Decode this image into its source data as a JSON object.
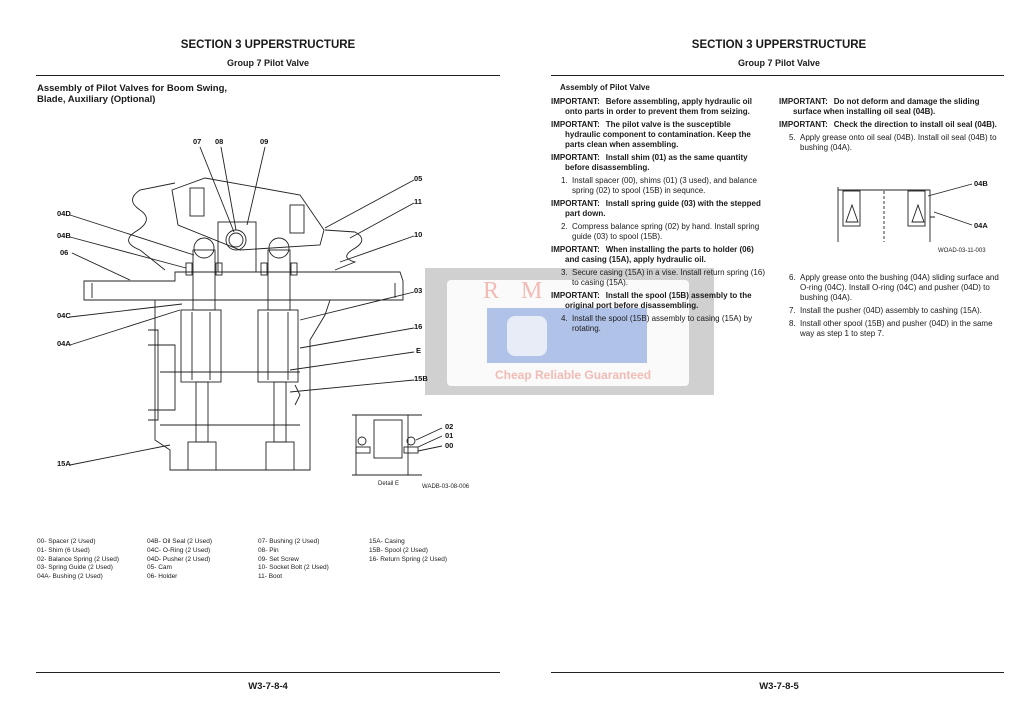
{
  "left_page": {
    "section": "SECTION 3 UPPERSTRUCTURE",
    "group": "Group 7 Pilot Valve",
    "title_line1": "Assembly of Pilot Valves for Boom Swing,",
    "title_line2": "Blade, Auxiliary (Optional)",
    "diagram": {
      "labels": {
        "l07": "07",
        "l08": "08",
        "l09": "09",
        "l05": "05",
        "l11": "11",
        "l10": "10",
        "l04D": "04D",
        "l04B": "04B",
        "l06": "06",
        "l03": "03",
        "l04C": "04C",
        "l04A": "04A",
        "l16": "16",
        "lE": "E",
        "l15B": "15B",
        "l15A": "15A",
        "l02": "02",
        "l01": "01",
        "l00": "00"
      },
      "detail_caption": "Detail E",
      "figure_id": "WADB-03-08-006"
    },
    "legend": [
      [
        "00-   Spacer (2 Used)",
        "01-   Shim (6 Used)",
        "02-   Balance Spring (2 Used)",
        "03-   Spring Guide (2 Used)",
        "04A- Bushing (2 Used)"
      ],
      [
        "04B- Oil Seal (2 Used)",
        "04C- O-Ring (2 Used)",
        "04D- Pusher (2 Used)",
        "05-   Cam",
        "06-   Holder"
      ],
      [
        "07-   Bushing (2 Used)",
        "08-   Pin",
        "09-   Set Screw",
        "10-   Socket Bolt (2 Used)",
        "11-   Boot"
      ],
      [
        "15A- Casing",
        "15B- Spool (2 Used)",
        "16-   Return Spring (2 Used)"
      ]
    ],
    "page_number": "W3-7-8-4"
  },
  "right_page": {
    "section": "SECTION 3 UPPERSTRUCTURE",
    "group": "Group 7 Pilot Valve",
    "title": "Assembly of Pilot Valve",
    "col1": [
      {
        "type": "imp",
        "key": "IMPORTANT:",
        "text": "Before assembling, apply hydraulic oil onto parts in order to prevent them from seizing."
      },
      {
        "type": "imp",
        "key": "IMPORTANT:",
        "text": "The pilot valve is the susceptible hydraulic component to contamination. Keep the parts clean when assembling."
      },
      {
        "type": "imp",
        "key": "IMPORTANT:",
        "text": "Install shim (01) as the same quantity before disassembling."
      },
      {
        "type": "step",
        "key": "1.",
        "text": "Install spacer (00), shims (01) (3 used), and balance spring (02) to spool (15B) in sequnce."
      },
      {
        "type": "imp",
        "key": "IMPORTANT:",
        "text": "Install spring guide (03) with the stepped part down."
      },
      {
        "type": "step",
        "key": "2.",
        "text": "Compress balance spring (02) by hand. Install spring guide (03) to spool (15B)."
      },
      {
        "type": "imp",
        "key": "IMPORTANT:",
        "text": "When installing the parts to holder (06) and casing (15A), apply hydraulic oil."
      },
      {
        "type": "step",
        "key": "3.",
        "text": "Secure casing (15A) in a vise. Install return spring (16) to casing (15A)."
      },
      {
        "type": "imp",
        "key": "IMPORTANT:",
        "text": "Install the spool (15B) assembly to the original port before disassembling."
      },
      {
        "type": "step",
        "key": "4.",
        "text": "Install the spool (15B) assembly to casing (15A) by rotating."
      }
    ],
    "col2a": [
      {
        "type": "imp",
        "key": "IMPORTANT:",
        "text": "Do not deform and damage the sliding surface when installing oil seal (04B)."
      },
      {
        "type": "imp",
        "key": "IMPORTANT:",
        "text": "Check the direction to install oil seal (04B)."
      },
      {
        "type": "step",
        "key": "5.",
        "text": "Apply grease onto oil seal (04B). Install oil seal (04B) to bushing (04A)."
      }
    ],
    "seal_figure": {
      "l04B": "04B",
      "l04A": "04A",
      "figure_id": "WOAD-03-11-003"
    },
    "col2b": [
      {
        "type": "step",
        "key": "6.",
        "text": "Apply grease onto the bushing (04A) sliding surface and O-ring (04C). Install O-ring (04C) and pusher (04D) to bushing (04A)."
      },
      {
        "type": "step",
        "key": "7.",
        "text": "Install the pusher (04D) assembly to cashing (15A)."
      },
      {
        "type": "step",
        "key": "8.",
        "text": "Install other spool (15B) and pusher (04D) in the same way as step 1 to step 7."
      }
    ],
    "page_number": "W3-7-8-5"
  },
  "watermark": {
    "brand": "R M",
    "slogan": "Cheap Reliable Guaranteed"
  },
  "colors": {
    "watermark_gray": "#c8c8c8",
    "watermark_blue": "#8fa8e0",
    "watermark_red": "#f0b0a8"
  }
}
